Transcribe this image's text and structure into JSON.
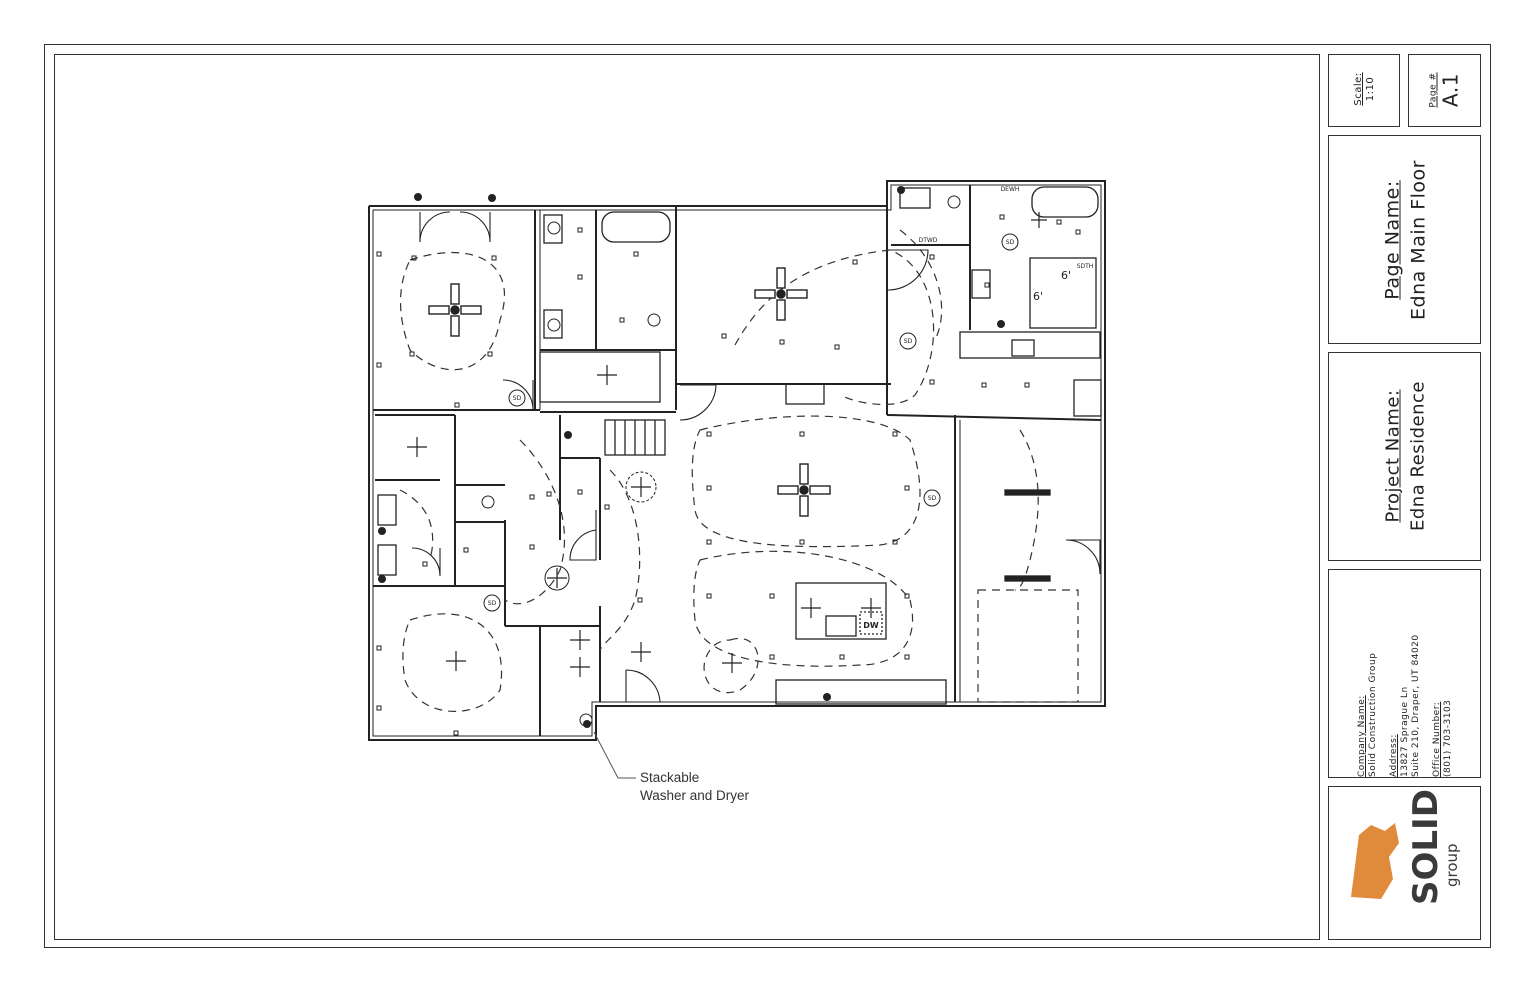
{
  "annotation": {
    "line1": "Stackable",
    "line2": "Washer and Dryer"
  },
  "title_block": {
    "scale_label": "Scale:",
    "scale_value": "1:10",
    "page_num_label": "Page #",
    "page_num_value": "A.1",
    "page_name_label": "Page Name:",
    "page_name_value": "Edna Main Floor",
    "project_name_label": "Project Name:",
    "project_name_value": "Edna Residence",
    "company_name_label": "Company Name:",
    "company_name_value": "Solid Construction Group",
    "address_label": "Address:",
    "address_line1": "13827 Sprague Ln",
    "address_line2": "Suite 210, Draper, UT 84020",
    "office_label": "Office Number:",
    "office_value": "(801) 703-3103",
    "logo_word": "SOLID",
    "logo_sub": "group"
  },
  "plan_labels": {
    "smoke_detector": "SD",
    "dishwasher": "DW",
    "shower_head_1": "DEWH",
    "shower_head_2": "DTWD",
    "shower_head_3": "SDTH",
    "dim_a": "6'",
    "dim_b": "6'"
  },
  "colors": {
    "line": "#222222",
    "logo_orange": "#e08a3c",
    "logo_dark": "#3a3a3a"
  }
}
